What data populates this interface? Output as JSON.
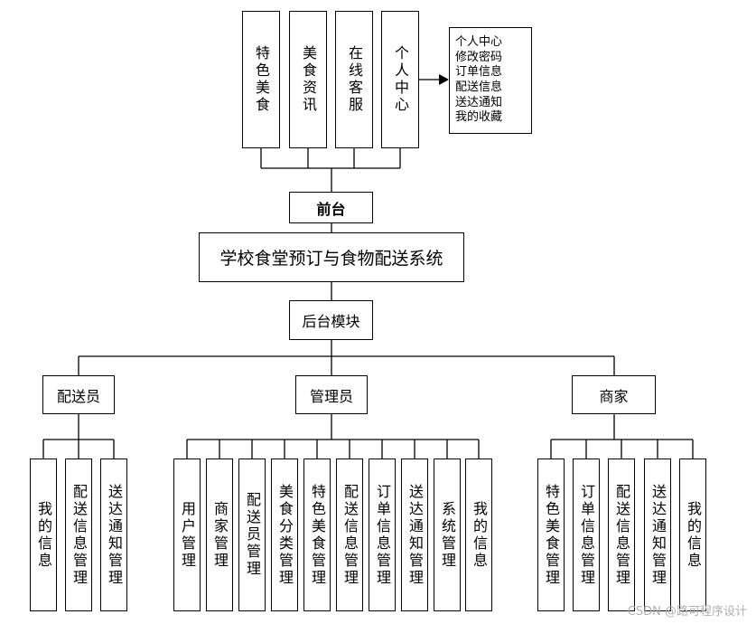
{
  "frontend": {
    "top_items": [
      "特色美食",
      "美食资讯",
      "在线客服",
      "个人中心"
    ],
    "personal_center_items": [
      "个人中心",
      "修改密码",
      "订单信息",
      "配送信息",
      "送达通知",
      "我的收藏"
    ],
    "label": "前台"
  },
  "system_title": "学校食堂预订与食物配送系统",
  "backend": {
    "label": "后台模块",
    "roles": [
      {
        "name": "配送员",
        "items": [
          "我的信息",
          "配送信息管理",
          "送达通知管理"
        ]
      },
      {
        "name": "管理员",
        "items": [
          "用户管理",
          "商家管理",
          "配送员管理",
          "美食分类管理",
          "特色美食管理",
          "配送信息管理",
          "订单信息管理",
          "送达通知管理",
          "系统管理",
          "我的信息"
        ]
      },
      {
        "name": "商家",
        "items": [
          "特色美食管理",
          "订单信息管理",
          "配送信息管理",
          "送达通知管理",
          "我的信息"
        ]
      }
    ]
  },
  "watermark": "CSDN @路可程序设计"
}
